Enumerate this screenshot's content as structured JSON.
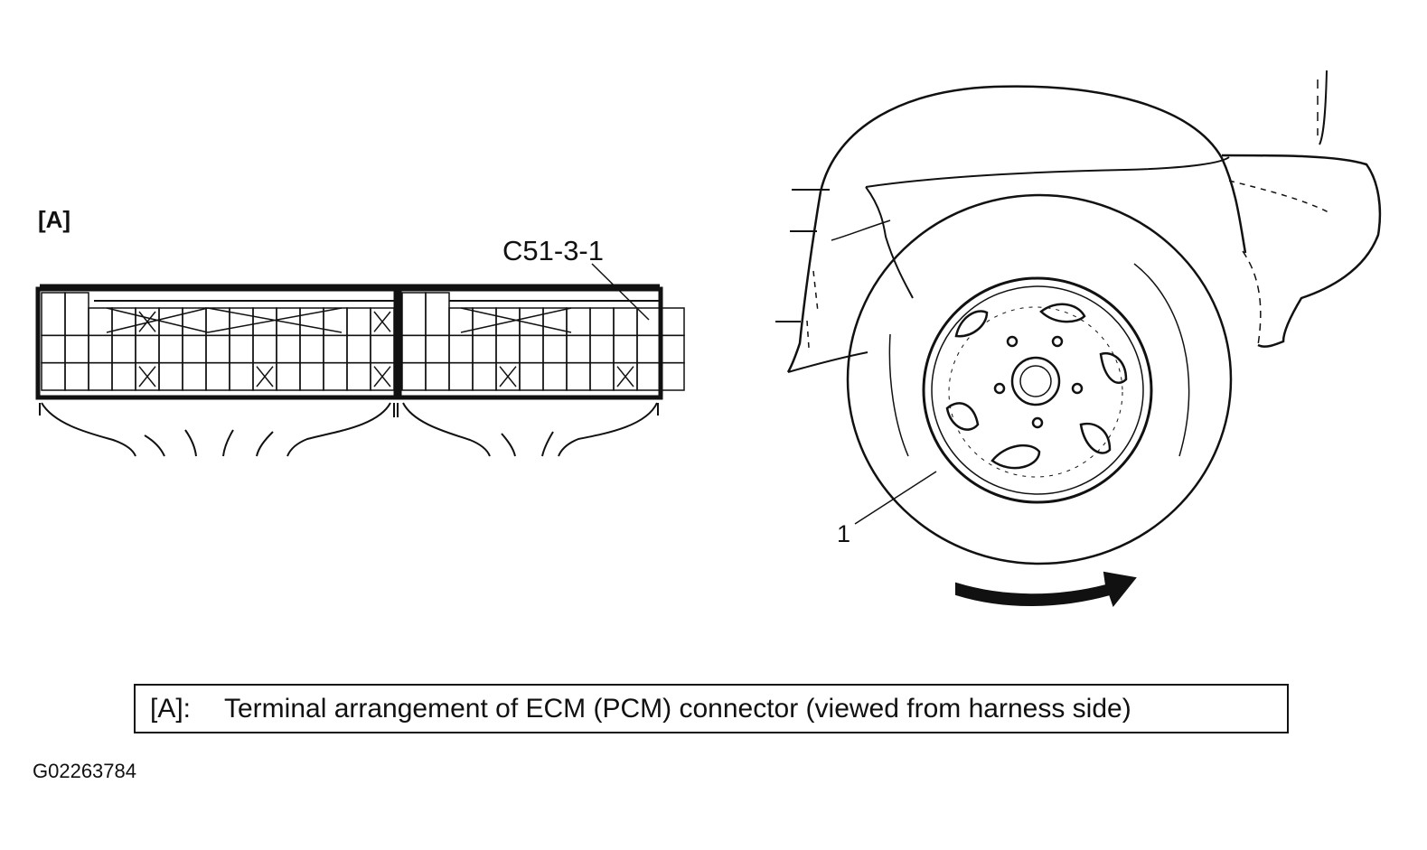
{
  "labels": {
    "view_key": "[A]",
    "connector_id": "C51-3-1",
    "wheel_callout": "1"
  },
  "legend": {
    "key": "[A]:",
    "text": "Terminal arrangement of ECM (PCM) connector (viewed from harness side)"
  },
  "figure_id": "G02263784",
  "connector": {
    "rows": 3,
    "left_block_columns": 13,
    "right_block_columns": 10,
    "left_block_blocked_terminals": [
      [
        0,
        2
      ],
      [
        0,
        12
      ],
      [
        2,
        2
      ],
      [
        2,
        7
      ],
      [
        2,
        12
      ]
    ],
    "right_block_blocked_terminals": [
      [
        2,
        2
      ],
      [
        2,
        7
      ]
    ]
  },
  "colors": {
    "line": "#111111",
    "background": "#ffffff"
  }
}
